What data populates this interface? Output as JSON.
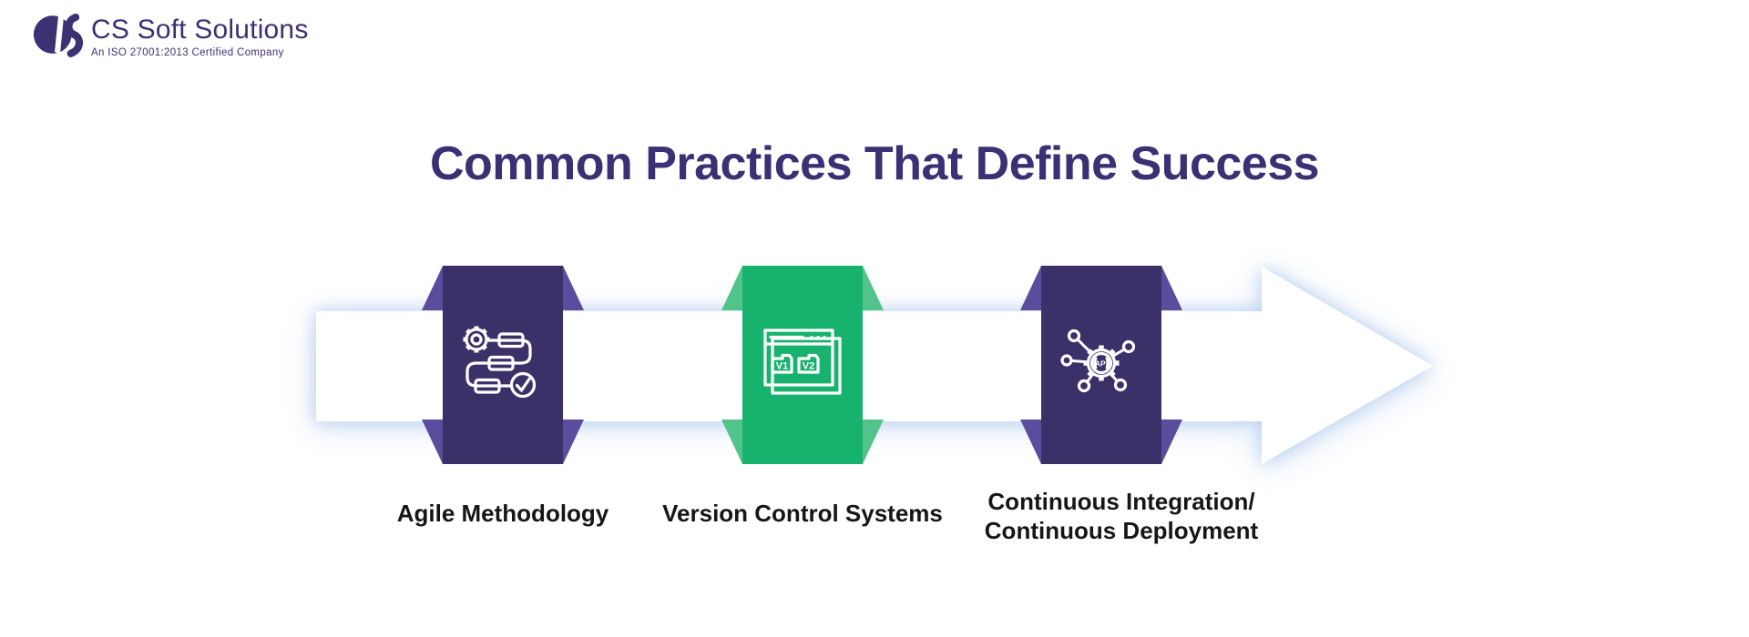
{
  "brand": {
    "name": "CS Soft Solutions",
    "tagline": "An ISO 27001:2013 Certified Company"
  },
  "page": {
    "title": "Common Practices That Define Success"
  },
  "colors": {
    "brand_purple": "#3d3173",
    "title_purple": "#3a3174",
    "label_text": "#161616",
    "arrow_fill": "#ffffff",
    "arrow_glow": "#cfe0f5"
  },
  "flow": {
    "steps": [
      {
        "id": "agile",
        "label": "Agile Methodology",
        "fill": "#3c3069",
        "fold": "#5a4d9e",
        "icon": "agile-workflow-icon"
      },
      {
        "id": "version-control",
        "label": "Version Control Systems",
        "fill": "#17b26e",
        "fold": "#52c38a",
        "icon": "version-control-icon",
        "folder_labels": [
          "V1",
          "V2"
        ]
      },
      {
        "id": "ci-cd",
        "label": "Continuous Integration/\nContinuous Deployment",
        "fill": "#3c3069",
        "fold": "#5a4d9e",
        "icon": "api-network-icon",
        "badge": "API"
      }
    ]
  }
}
